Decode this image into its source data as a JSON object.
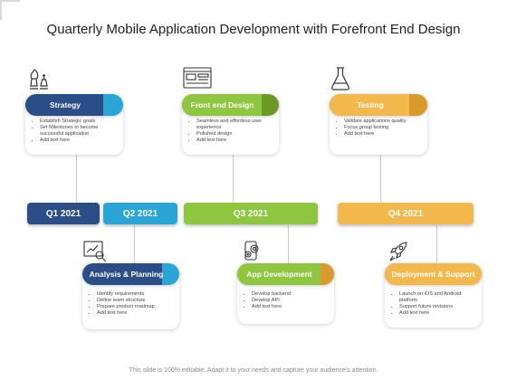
{
  "title": "Quarterly Mobile Application Development with Forefront  End Design",
  "footer": "This slide is 100% editable. Adapt it to your needs and capture your audience's attention.",
  "colors": {
    "navy": "#2b4e86",
    "cyan": "#2aa5d6",
    "green": "#8ec63f",
    "gold": "#f2b84b"
  },
  "quarters": [
    "Q1 2021",
    "Q2 2021",
    "Q3 2021",
    "Q4 2021"
  ],
  "stages": {
    "strategy": {
      "label": "Strategy",
      "icon": "chess-pieces-icon",
      "items": [
        "Establish Strategic goals",
        "Set Milestones to become successful application",
        "Add text here"
      ]
    },
    "frontend": {
      "label": "Front end Design",
      "icon": "web-layout-icon",
      "items": [
        "Seamless and effortless user experience",
        "Polished design",
        "Add text here"
      ]
    },
    "testing": {
      "label": "Testing",
      "icon": "lab-flask-icon",
      "items": [
        "Validate applications quality",
        "Focus group testing",
        "Add text here"
      ]
    },
    "analysis": {
      "label": "Analysis & Planning",
      "icon": "chart-magnifier-icon",
      "items": [
        "Identify requirements",
        "Define team structure",
        "Prepare product roadmap",
        "Add text here"
      ]
    },
    "appdev": {
      "label": "App Development",
      "icon": "app-gears-icon",
      "items": [
        "Develop backend",
        "Develop API",
        "Add text here"
      ]
    },
    "deployment": {
      "label": "Deployment & Support",
      "icon": "rocket-icon",
      "items": [
        "Launch on iOS and Android platform",
        "Support future revisions",
        "Add text here"
      ]
    }
  }
}
